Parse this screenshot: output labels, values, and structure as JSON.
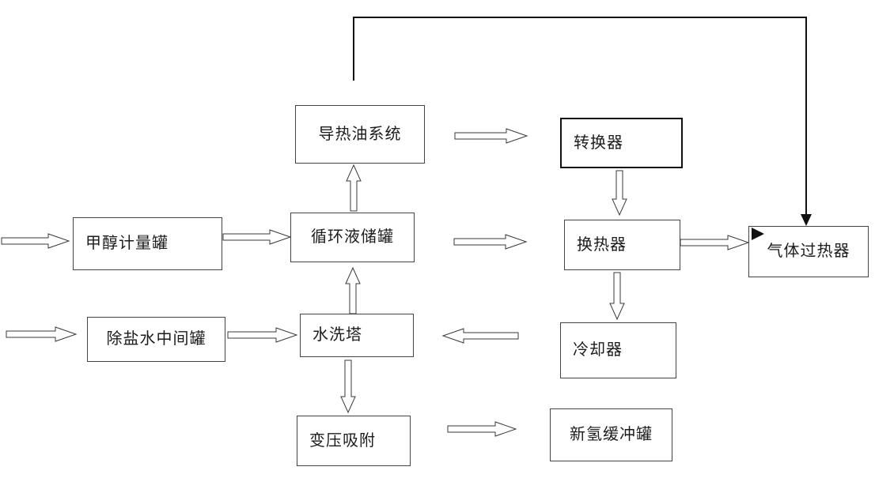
{
  "diagram": {
    "background_color": "#ffffff",
    "box_border_color": "#434343",
    "emphasis_border_color": "#111111",
    "hollow_arrow_stroke": "#3a3a3a",
    "solid_line_color": "#101010",
    "text_color": "#1c1c1c",
    "nodes": [
      {
        "id": "heat-oil-system",
        "label": "导热油系统"
      },
      {
        "id": "converter",
        "label": "转换器"
      },
      {
        "id": "methanol-metering-tank",
        "label": "甲醇计量罐"
      },
      {
        "id": "circulating-liquid-tank",
        "label": "循环液储罐"
      },
      {
        "id": "heat-exchanger",
        "label": "换热器"
      },
      {
        "id": "gas-superheater",
        "label": "气体过热器"
      },
      {
        "id": "desalted-water-middle-tank",
        "label": "除盐水中间罐"
      },
      {
        "id": "water-wash-tower",
        "label": "水洗塔"
      },
      {
        "id": "cooler",
        "label": "冷却器"
      },
      {
        "id": "pressure-swing-adsorption",
        "label": "变压吸附"
      },
      {
        "id": "fresh-hydrogen-buffer-tank",
        "label": "新氢缓冲罐"
      }
    ],
    "connections": [
      {
        "from": "external-left",
        "to": "methanol-metering-tank",
        "style": "hollow-right"
      },
      {
        "from": "methanol-metering-tank",
        "to": "circulating-liquid-tank",
        "style": "hollow-right"
      },
      {
        "from": "external-left",
        "to": "desalted-water-middle-tank",
        "style": "hollow-right"
      },
      {
        "from": "desalted-water-middle-tank",
        "to": "water-wash-tower",
        "style": "hollow-right"
      },
      {
        "from": "circulating-liquid-tank",
        "to": "heat-exchanger",
        "style": "hollow-right"
      },
      {
        "from": "heat-oil-system",
        "to": "converter",
        "style": "hollow-right"
      },
      {
        "from": "converter",
        "to": "heat-exchanger",
        "style": "hollow-down"
      },
      {
        "from": "heat-exchanger",
        "to": "gas-superheater",
        "style": "hollow-right"
      },
      {
        "from": "heat-exchanger",
        "to": "cooler",
        "style": "hollow-down"
      },
      {
        "from": "cooler",
        "to": "water-wash-tower",
        "style": "hollow-left"
      },
      {
        "from": "water-wash-tower",
        "to": "circulating-liquid-tank",
        "style": "hollow-up"
      },
      {
        "from": "circulating-liquid-tank",
        "to": "heat-oil-system",
        "style": "hollow-up"
      },
      {
        "from": "water-wash-tower",
        "to": "pressure-swing-adsorption",
        "style": "hollow-down"
      },
      {
        "from": "pressure-swing-adsorption",
        "to": "fresh-hydrogen-buffer-tank",
        "style": "hollow-right"
      },
      {
        "from": "above-heat-oil-system",
        "to": "gas-superheater",
        "style": "solid-polyline-down-arrow"
      }
    ]
  }
}
